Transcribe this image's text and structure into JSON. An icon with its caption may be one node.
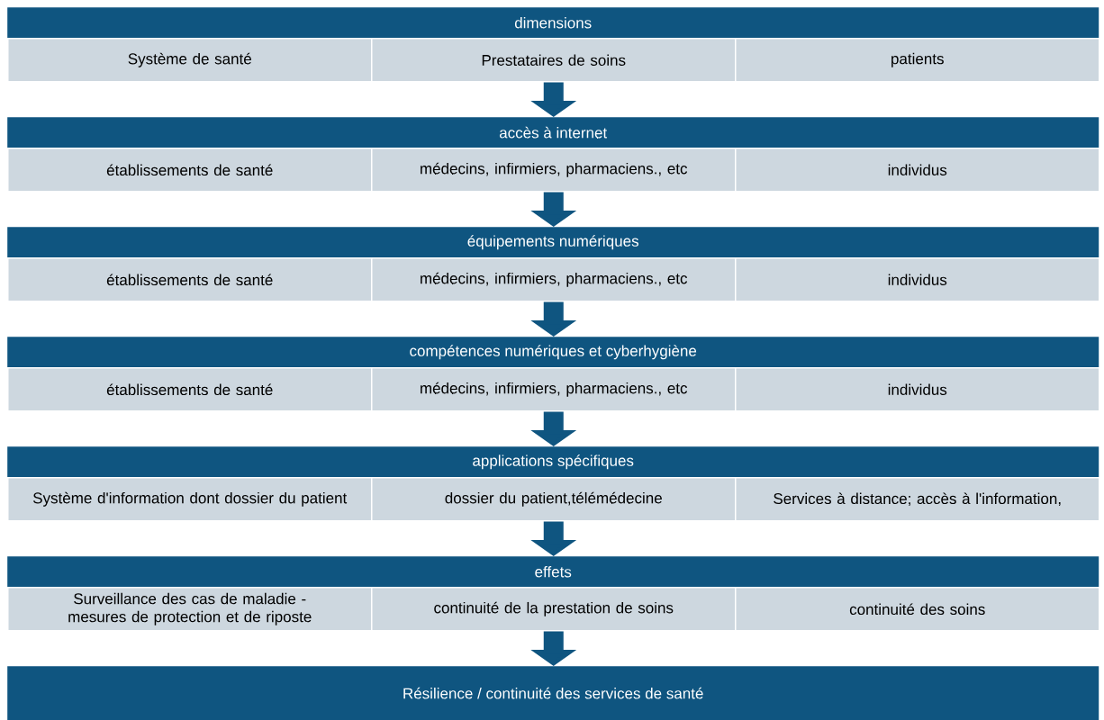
{
  "diagram": {
    "nodes": [
      {
        "text": [
          "dimensions"
        ]
      },
      {
        "text": [
          "Système de santé"
        ]
      },
      {
        "text": [
          "Prestataires de soins"
        ]
      },
      {
        "text": [
          "patients"
        ]
      },
      {
        "text": [
          "accès à internet"
        ]
      },
      {
        "text": [
          "établissements de santé"
        ]
      },
      {
        "text": [
          "médecins, infirmiers, pharmaciens., etc"
        ]
      },
      {
        "text": [
          "individus"
        ]
      },
      {
        "text": [
          "équipements numériques"
        ]
      },
      {
        "text": [
          "établissements de santé"
        ]
      },
      {
        "text": [
          "médecins, infirmiers, pharmaciens., etc"
        ]
      },
      {
        "text": [
          "individus"
        ]
      },
      {
        "text": [
          "compétences numériques et cyberhygiène"
        ]
      },
      {
        "text": [
          "établissements de santé"
        ]
      },
      {
        "text": [
          "médecins, infirmiers, pharmaciens., etc"
        ]
      },
      {
        "text": [
          "individus"
        ]
      },
      {
        "text": [
          "applications spécifiques"
        ]
      },
      {
        "text": [
          "Système d'information dont dossier du patient"
        ]
      },
      {
        "text": [
          "dossier du patient,télémédecine"
        ]
      },
      {
        "text": [
          "Services à distance; accès à l'information,"
        ]
      },
      {
        "text": [
          "effets"
        ]
      },
      {
        "text": [
          "Surveillance des cas de maladie - mesures de protection et de riposte"
        ]
      },
      {
        "text": [
          "continuité de la prestation de soins"
        ]
      },
      {
        "text": [
          "continuité des soins"
        ]
      },
      {
        "text": [
          "Résilience / continuité des services de santé"
        ]
      }
    ],
    "edges": [
      {
        "from": 2,
        "to": 4,
        "arrow": "to"
      },
      {
        "from": 6,
        "to": 8,
        "arrow": "to"
      },
      {
        "from": 10,
        "to": 12,
        "arrow": "to"
      },
      {
        "from": 14,
        "to": 16,
        "arrow": "to"
      },
      {
        "from": 18,
        "to": 20,
        "arrow": "to"
      },
      {
        "from": 22,
        "to": 24,
        "arrow": "to"
      }
    ]
  }
}
